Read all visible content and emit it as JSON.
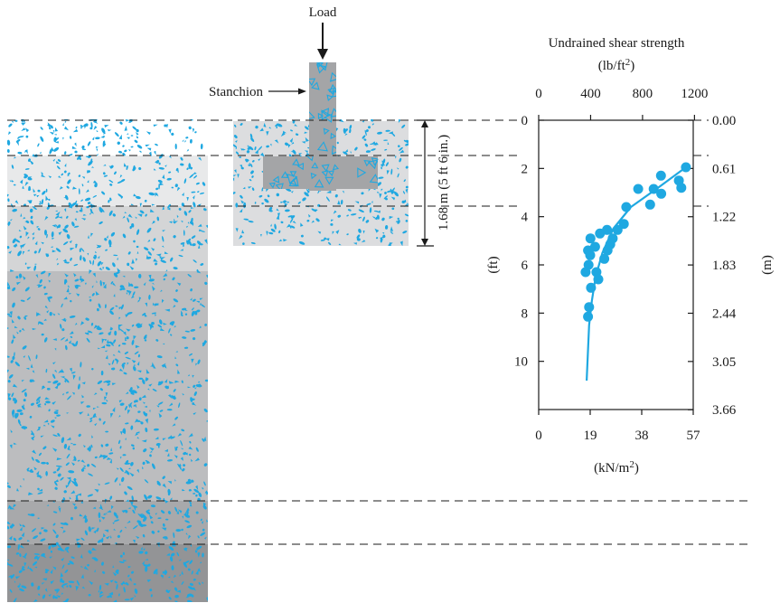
{
  "labels": {
    "load": "Load",
    "stanchion": "Stanchion",
    "depth": "1.68 m (5 ft 6 in.)"
  },
  "chart_data": {
    "type": "scatter",
    "title": "Undrained shear strength",
    "top_axis_unit": "(lb/ft²)",
    "top_axis_unit_parts": [
      "(lb/ft",
      "2",
      ")"
    ],
    "top_ticks": [
      0,
      400,
      800,
      1200
    ],
    "bottom_axis_unit": "(kN/m²)",
    "bottom_axis_unit_parts": [
      "(kN/m",
      "2",
      ")"
    ],
    "bottom_ticks": [
      0,
      19,
      38,
      57
    ],
    "xlim": [
      0,
      57
    ],
    "left_axis_label": "(ft)",
    "left_ticks": [
      0,
      2,
      4,
      6,
      8,
      10
    ],
    "right_axis_label": "(m)",
    "right_ticks": [
      "0.00",
      "0.61",
      "1.22",
      "1.83",
      "2.44",
      "3.05",
      "3.66"
    ],
    "ylim_ft": [
      0,
      12
    ],
    "points": [
      {
        "x": 54.3,
        "y": 1.95
      },
      {
        "x": 51.7,
        "y": 2.5
      },
      {
        "x": 52.6,
        "y": 2.8
      },
      {
        "x": 45.1,
        "y": 2.3
      },
      {
        "x": 42.4,
        "y": 2.85
      },
      {
        "x": 45.2,
        "y": 3.05
      },
      {
        "x": 36.7,
        "y": 2.85
      },
      {
        "x": 41.1,
        "y": 3.5
      },
      {
        "x": 32.3,
        "y": 3.6
      },
      {
        "x": 25.2,
        "y": 4.55
      },
      {
        "x": 22.6,
        "y": 4.7
      },
      {
        "x": 19.1,
        "y": 4.9
      },
      {
        "x": 20.8,
        "y": 5.25
      },
      {
        "x": 18.2,
        "y": 5.4
      },
      {
        "x": 31.4,
        "y": 4.3
      },
      {
        "x": 29.1,
        "y": 4.55
      },
      {
        "x": 27.3,
        "y": 4.9
      },
      {
        "x": 26.4,
        "y": 5.15
      },
      {
        "x": 25.4,
        "y": 5.4
      },
      {
        "x": 24.2,
        "y": 5.75
      },
      {
        "x": 19.0,
        "y": 5.6
      },
      {
        "x": 18.4,
        "y": 6.0
      },
      {
        "x": 17.3,
        "y": 6.3
      },
      {
        "x": 21.3,
        "y": 6.3
      },
      {
        "x": 22.0,
        "y": 6.6
      },
      {
        "x": 19.3,
        "y": 6.95
      },
      {
        "x": 18.6,
        "y": 7.75
      },
      {
        "x": 18.2,
        "y": 8.15
      }
    ],
    "trend_line": [
      {
        "x": 54.3,
        "y": 1.95
      },
      {
        "x": 44,
        "y": 2.8
      },
      {
        "x": 34,
        "y": 3.6
      },
      {
        "x": 27.5,
        "y": 4.5
      },
      {
        "x": 23.5,
        "y": 5.5
      },
      {
        "x": 21,
        "y": 6.5
      },
      {
        "x": 19.6,
        "y": 7.5
      },
      {
        "x": 18.6,
        "y": 8.5
      },
      {
        "x": 17.7,
        "y": 10.8
      }
    ],
    "grid": false,
    "colors": {
      "points": "#1fa8e1",
      "axes": "#1a1a1a"
    }
  },
  "colors": {
    "speckle": "#1fa8e1",
    "layer1": "#ffffff",
    "layer2": "#e8e9ea",
    "layer3": "#d4d5d6",
    "layer4": "#bcbdbf",
    "layer5": "#a8a9ab",
    "layer6": "#939496",
    "footing": "#a4a5a7",
    "trench": "#dcdddf"
  }
}
